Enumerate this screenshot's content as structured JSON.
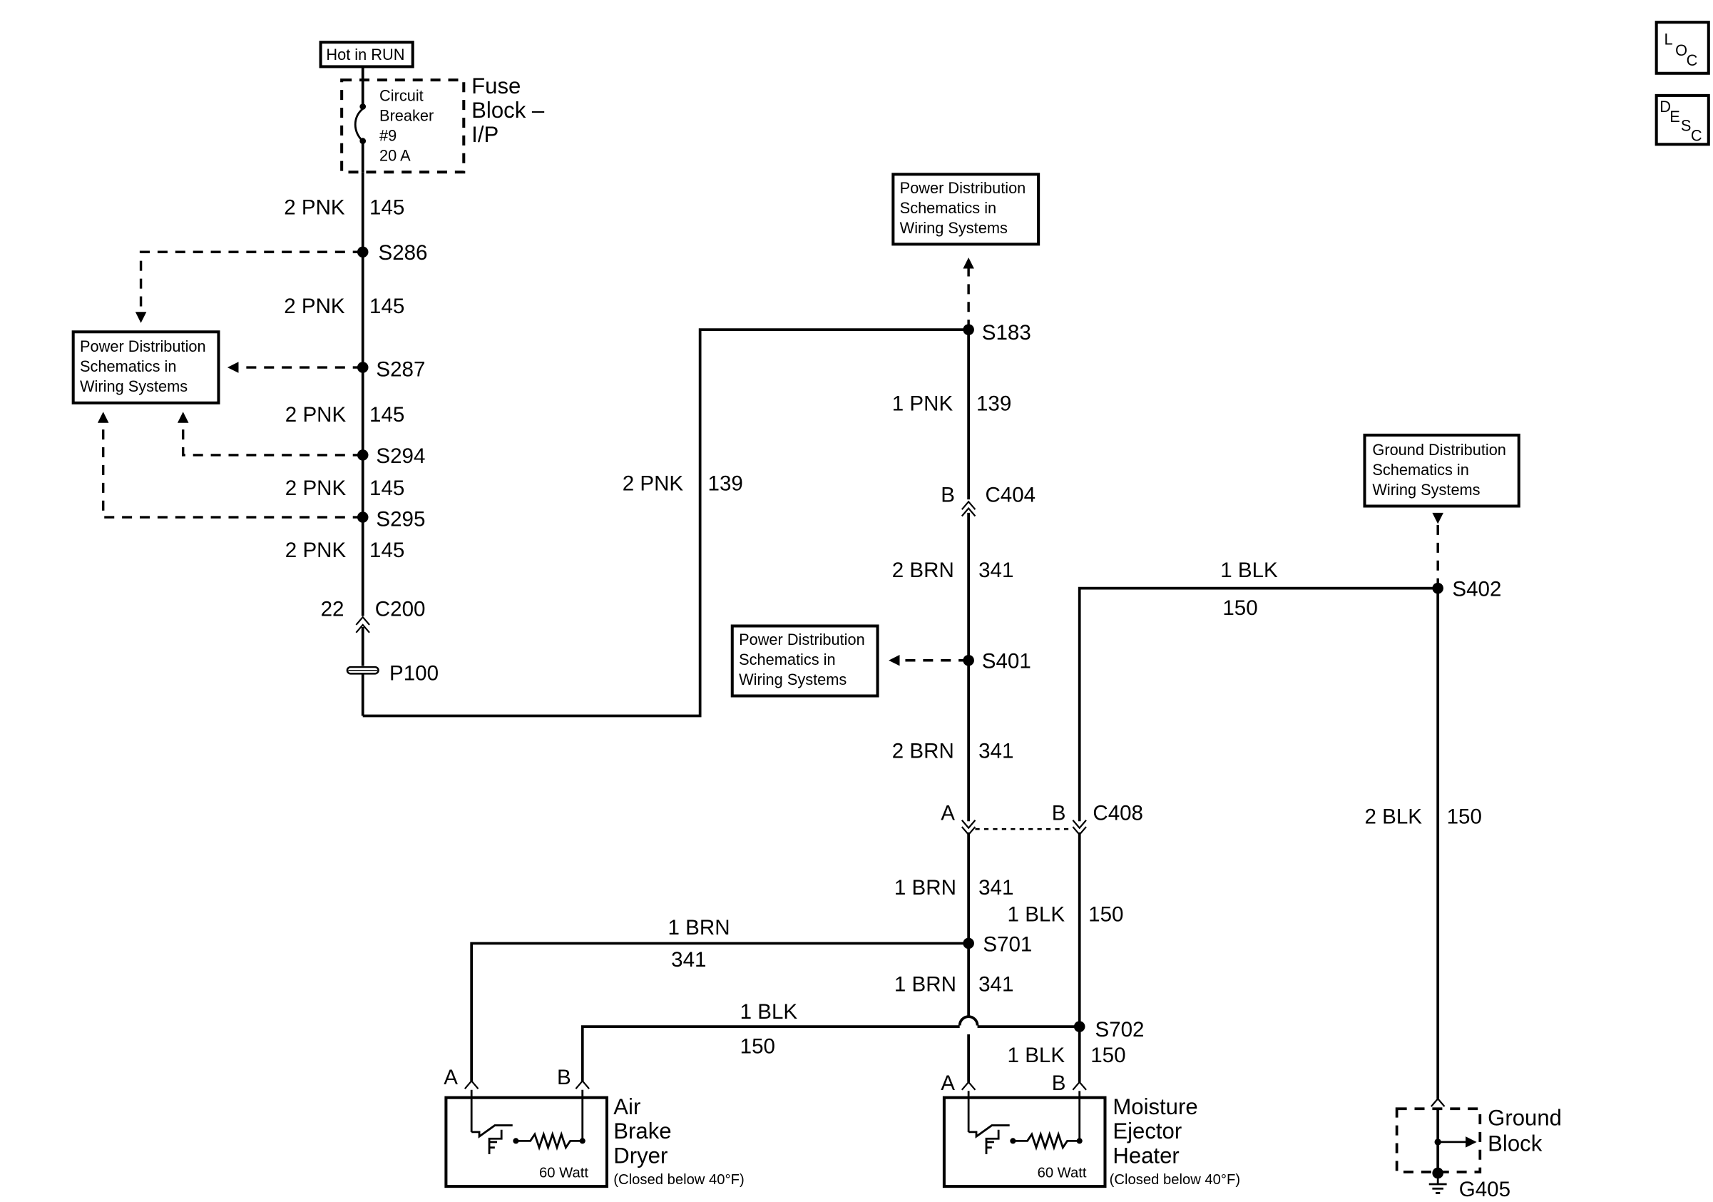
{
  "nav_icons": {
    "loc": {
      "l": "L",
      "o": "O",
      "c": "C"
    },
    "desc": {
      "d": "D",
      "e": "E",
      "s": "S",
      "c": "C"
    }
  },
  "hot_in_run": "Hot in RUN",
  "fuse_block": {
    "cb_line1": "Circuit",
    "cb_line2": "Breaker",
    "cb_line3": "#9",
    "cb_line4": "20 A",
    "name_line1": "Fuse",
    "name_line2": "Block –",
    "name_line3": "I/P"
  },
  "ref_lines": {
    "pd1": "Power Distribution",
    "pd2": "Schematics in",
    "pd3": "Wiring Systems",
    "gd1": "Ground Distribution",
    "gd2": "Schematics in",
    "gd3": "Wiring Systems"
  },
  "splices": {
    "s286": "S286",
    "s287": "S287",
    "s294": "S294",
    "s295": "S295",
    "s183": "S183",
    "s401": "S401",
    "s402": "S402",
    "s701": "S701",
    "s702": "S702"
  },
  "connectors": {
    "c200": "C200",
    "c200_pin": "22",
    "p100": "P100",
    "c404": "C404",
    "c404_pin": "B",
    "c408": "C408",
    "c408_pin_a": "A",
    "c408_pin_b": "B"
  },
  "wires": {
    "pnk2": "2 PNK",
    "c145": "145",
    "c139": "139",
    "pnk1": "1 PNK",
    "brn2": "2 BRN",
    "c341": "341",
    "brn1": "1 BRN",
    "blk1": "1 BLK",
    "blk2": "2 BLK",
    "c150": "150"
  },
  "pins": {
    "a": "A",
    "b": "B"
  },
  "air_brake_dryer": {
    "line1": "Air",
    "line2": "Brake",
    "line3": "Dryer",
    "watt": "60 Watt",
    "note": "(Closed below 40°F)"
  },
  "moisture_heater": {
    "line1": "Moisture",
    "line2": "Ejector",
    "line3": "Heater",
    "watt": "60 Watt",
    "note": "(Closed below 40°F)"
  },
  "ground": {
    "line1": "Ground",
    "line2": "Block",
    "g405": "G405"
  }
}
